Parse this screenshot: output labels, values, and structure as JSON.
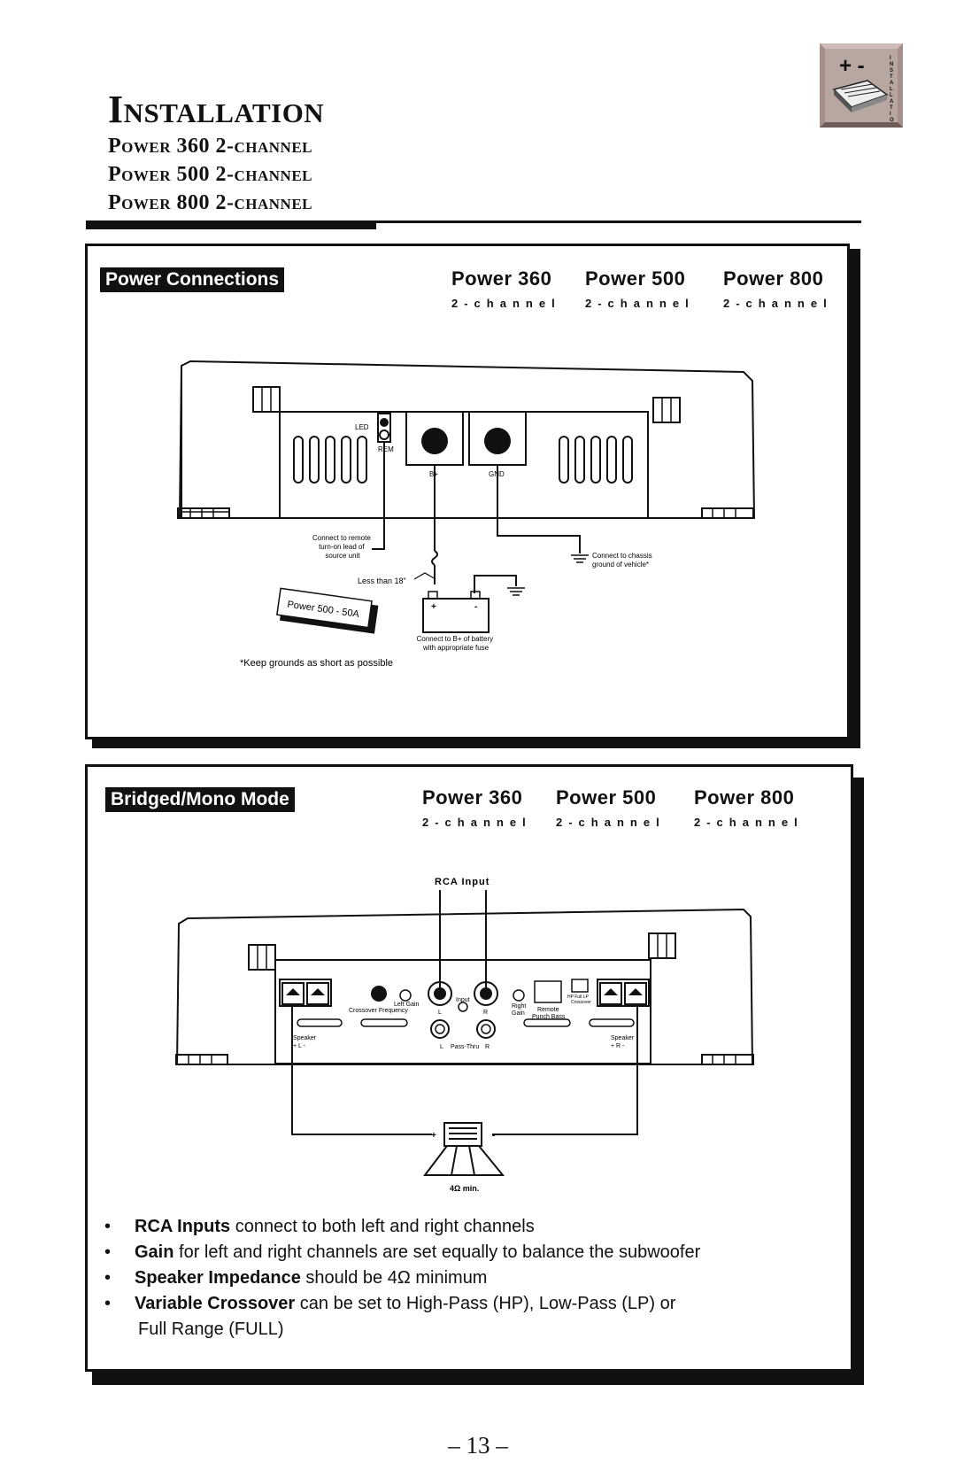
{
  "header": {
    "title": "Installation",
    "subtitles": [
      "Power 360 2-channel",
      "Power 500 2-channel",
      "Power 800 2-channel"
    ],
    "tab_badge_symbols": "+ -",
    "tab_badge_text": "INSTALLATION"
  },
  "power_connections": {
    "section_label": "Power Connections",
    "models": [
      {
        "name": "Power 360",
        "sub": "2-channel"
      },
      {
        "name": "Power 500",
        "sub": "2-channel"
      },
      {
        "name": "Power 800",
        "sub": "2-channel"
      }
    ],
    "diagram": {
      "led": "LED",
      "rem": "REM",
      "b_plus": "B+",
      "gnd": "GND",
      "remote_note": [
        "Connect to remote",
        "turn-on lead of",
        "source unit"
      ],
      "chassis_note": [
        "Connect to chassis",
        "ground of vehicle*"
      ],
      "less_than": "Less than 18\"",
      "fuse_tag": "Power 500 - 50A",
      "battery_plus": "+",
      "battery_minus": "-",
      "battery_note": [
        "Connect to B+ of battery",
        "with appropriate fuse"
      ],
      "footnote": "*Keep grounds as short as possible"
    }
  },
  "bridged_mode": {
    "section_label": "Bridged/Mono Mode",
    "models": [
      {
        "name": "Power 360",
        "sub": "2-channel"
      },
      {
        "name": "Power 500",
        "sub": "2-channel"
      },
      {
        "name": "Power 800",
        "sub": "2-channel"
      }
    ],
    "diagram": {
      "rca_input": "RCA Input",
      "left_gain": "Left Gain",
      "crossover_frequency": "Crossover Frequency",
      "input": "Input",
      "l": "L",
      "r": "R",
      "right_gain": [
        "Right",
        "Gain"
      ],
      "remote_punch_bass": [
        "Remote",
        "Punch Bass"
      ],
      "crossover_switch": [
        "HP Full LP",
        "Crossover"
      ],
      "pass_thru": "Pass-Thru",
      "speaker_left": [
        "Speaker",
        "+  L  -"
      ],
      "speaker_right": [
        "Speaker",
        "+  R  -"
      ],
      "sub_plus": "+",
      "sub_minus": "-",
      "impedance": "4Ω min."
    }
  },
  "bullets": [
    {
      "bold": "RCA Inputs",
      "text": " connect to both left and right channels"
    },
    {
      "bold": "Gain",
      "text": " for left and right channels are set equally to balance the subwoofer"
    },
    {
      "bold": "Speaker Impedance",
      "text": " should be 4Ω minimum"
    },
    {
      "bold": "Variable Crossover",
      "text": " can be set to High-Pass (HP), Low-Pass (LP) or",
      "cont": "Full Range (FULL)"
    }
  ],
  "page_number": "– 13 –"
}
